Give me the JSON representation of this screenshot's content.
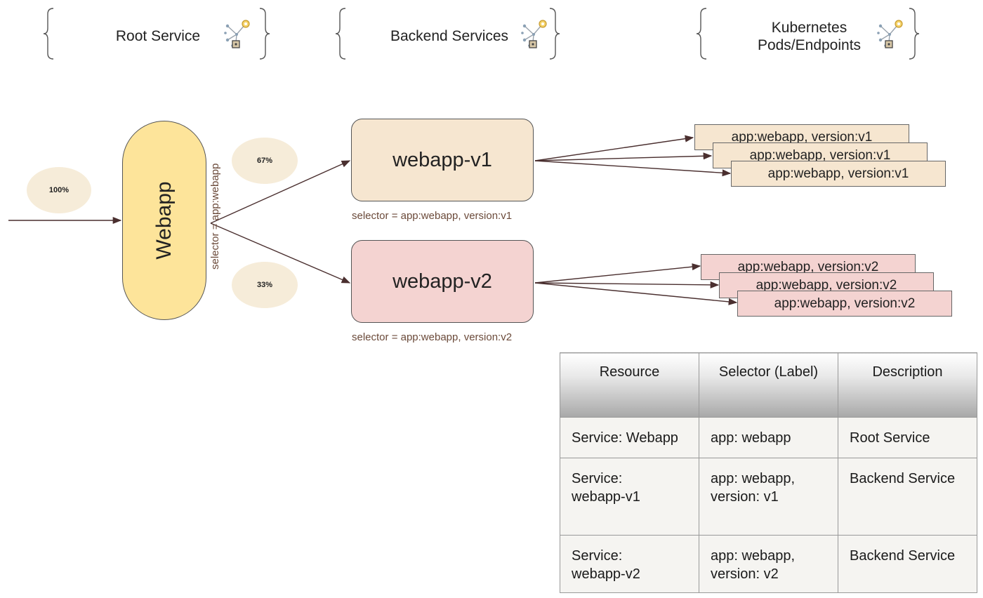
{
  "headers": {
    "root": "Root Service",
    "backend": "Backend Services",
    "pods_line1": "Kubernetes",
    "pods_line2": "Pods/Endpoints",
    "icon": "kubernetes-service-icon"
  },
  "root_service": {
    "name": "Webapp",
    "selector": "selector = app:webapp"
  },
  "traffic": {
    "incoming": "100%",
    "to_v1": "67%",
    "to_v2": "33%"
  },
  "backends": [
    {
      "name": "webapp-v1",
      "selector": "selector = app:webapp, version:v1",
      "pods": [
        "app:webapp, version:v1",
        "app:webapp, version:v1",
        "app:webapp, version:v1"
      ]
    },
    {
      "name": "webapp-v2",
      "selector": "selector = app:webapp, version:v2",
      "pods": [
        "app:webapp, version:v2",
        "app:webapp, version:v2",
        "app:webapp, version:v2"
      ]
    }
  ],
  "table": {
    "columns": [
      "Resource",
      "Selector (Label)",
      "Description"
    ],
    "rows": [
      {
        "resource": [
          "Service: Webapp"
        ],
        "selector": [
          "app: webapp"
        ],
        "description": "Root Service"
      },
      {
        "resource": [
          "Service:",
          "webapp-v1"
        ],
        "selector": [
          "app: webapp,",
          "version: v1"
        ],
        "description": "Backend Service"
      },
      {
        "resource": [
          "Service:",
          "webapp-v2"
        ],
        "selector": [
          "app: webapp,",
          "version: v2"
        ],
        "description": "Backend Service"
      }
    ]
  },
  "colors": {
    "root": "#fde49a",
    "v1": "#f6e6d0",
    "v2": "#f4d3d1",
    "label": "#6b4a3a",
    "percent_bubble": "#f6ecd9"
  }
}
